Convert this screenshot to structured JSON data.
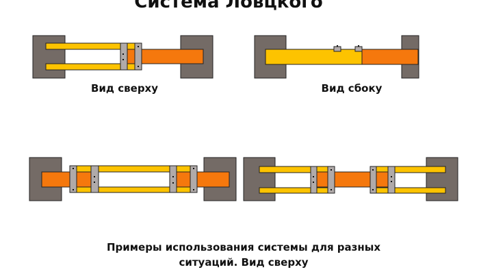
{
  "title": "Система Ловцкого",
  "labels": {
    "top_view": "Вид сверху",
    "side_view": "Вид сбоку",
    "examples_line1": "Примеры использования системы для разных",
    "examples_line2": "ситуаций. Вид сверху"
  },
  "colors": {
    "wall": "#746b66",
    "yellow": "#fdc300",
    "orange": "#f5780d",
    "clamp": "#b0aaa9"
  }
}
